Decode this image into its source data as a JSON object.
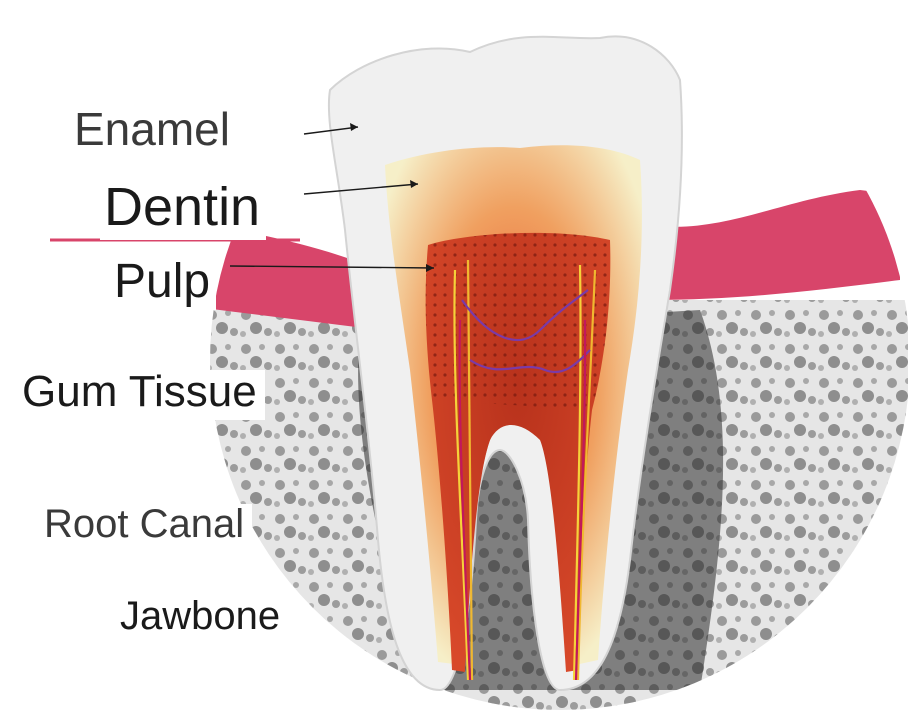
{
  "labels": {
    "enamel": "Enamel",
    "dentin": "Dentin",
    "pulp": "Pulp",
    "gum_tissue": "Gum Tissue",
    "root_canal": "Root Canal",
    "jawbone": "Jawbone"
  },
  "colors": {
    "gum": "#d8456a",
    "enamel": "#f0f0f0",
    "dentin": "#f3e3a6",
    "pulp": "#c0301a",
    "bone": "#dcdcdc",
    "nerve_yellow": "#f5d23a",
    "vessel_purple": "#7a3aa8"
  }
}
